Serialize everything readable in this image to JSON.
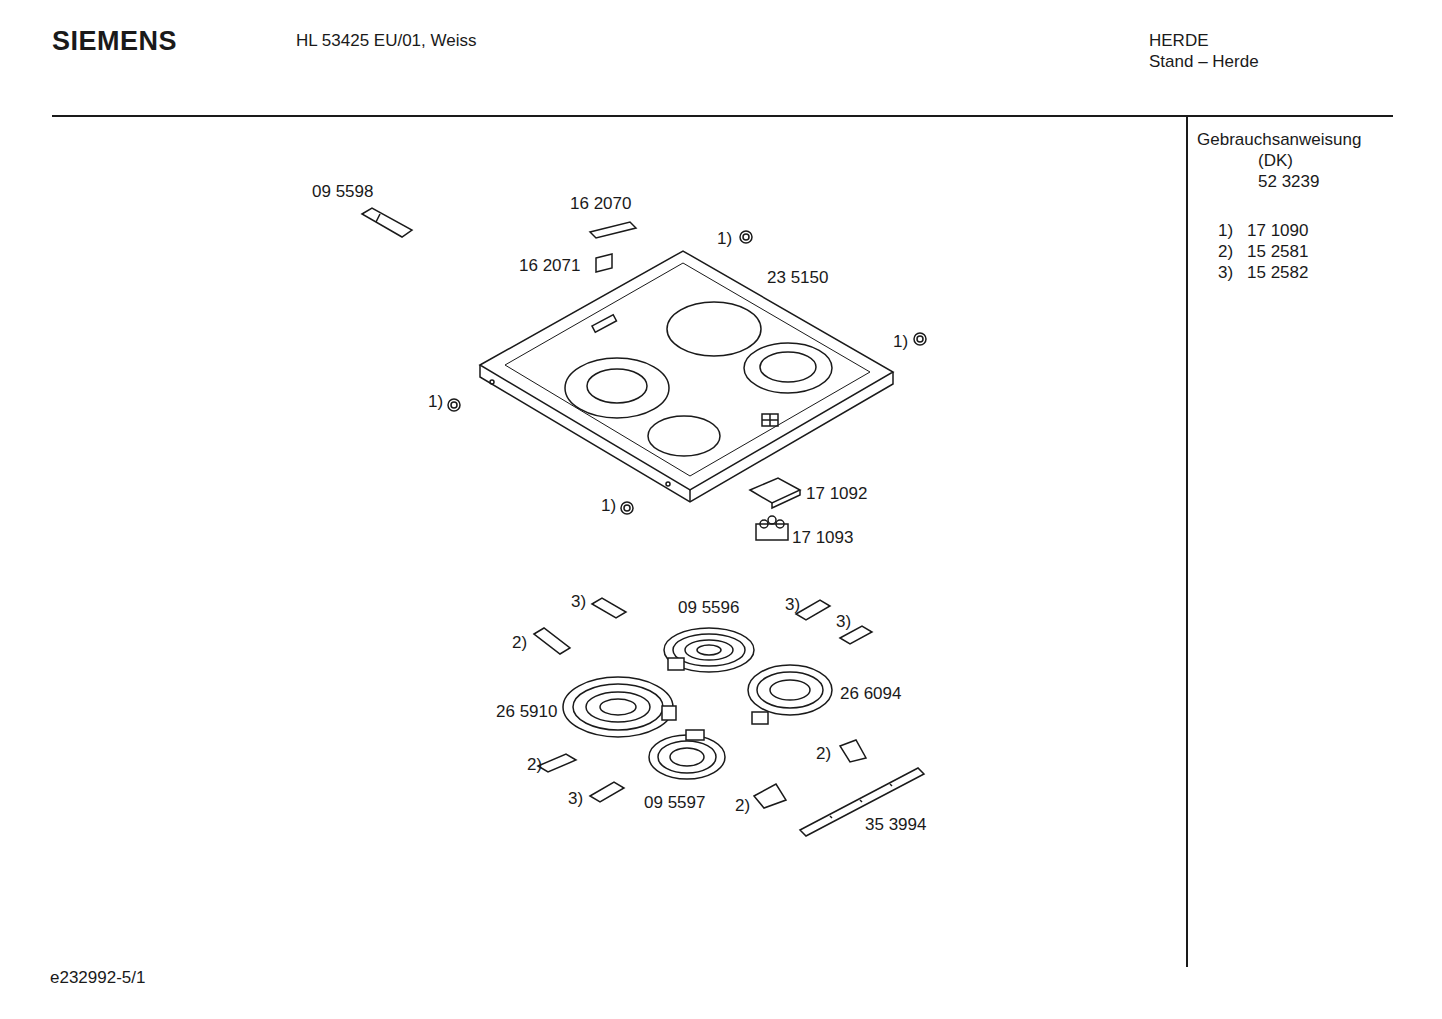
{
  "diagram": {
    "labels": [
      "SIEMENS",
      "HL 53425 EU/01, Weiss",
      "HERDE",
      "Stand – Herde",
      "Gebrauchsanweisung",
      "(DK)",
      "52 3239",
      "1)",
      "17 1090",
      "2)",
      "15 2581",
      "3)",
      "15 2582",
      "09 5598",
      "16 2070",
      "16 2071",
      "1)",
      "23 5150",
      "1)",
      "1)",
      "1)",
      "17 1092",
      "17 1093",
      "3)",
      "09 5596",
      "3)",
      "3)",
      "2)",
      "26 5910",
      "26 6094",
      "2)",
      "2)",
      "3)",
      "09 5597",
      "2)",
      "35 3994",
      "e232992-5/1"
    ]
  }
}
